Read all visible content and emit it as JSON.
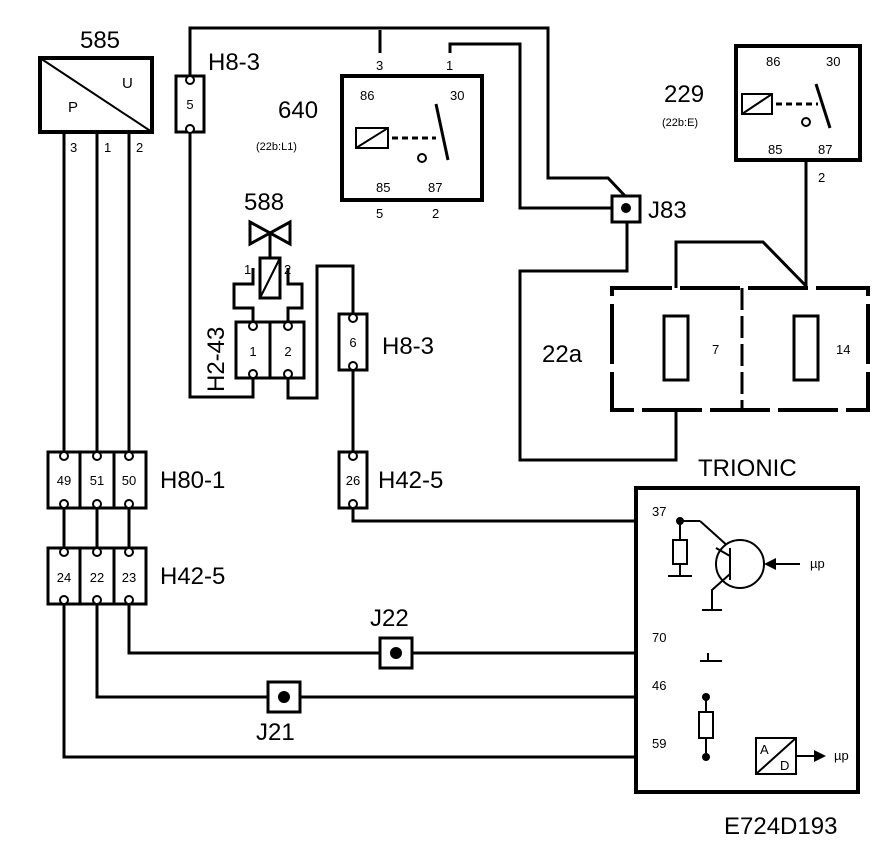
{
  "components": {
    "sensor_585": {
      "id": "585",
      "label_u": "U",
      "label_p": "P",
      "pins": [
        "3",
        "1",
        "2"
      ]
    },
    "valve_588": {
      "id": "588",
      "pins": [
        "1",
        "2"
      ]
    },
    "connector_h2_43": {
      "label": "H2-43",
      "pins": [
        "1",
        "2"
      ]
    },
    "relay_640": {
      "id": "640",
      "ref": "(22b:L1)",
      "terminals": [
        "86",
        "30",
        "85",
        "87"
      ],
      "pins": [
        "3",
        "1",
        "5",
        "2"
      ]
    },
    "relay_229": {
      "id": "229",
      "ref": "(22b:E)",
      "terminals": [
        "86",
        "30",
        "85",
        "87"
      ],
      "pin_out": "2"
    },
    "fusebox_22a": {
      "label": "22a",
      "fuses": [
        "7",
        "14"
      ]
    },
    "trionic": {
      "label": "TRIONIC",
      "pins": [
        "37",
        "70",
        "46",
        "59"
      ],
      "up1": "µp",
      "up2": "µp",
      "ad_a": "A",
      "ad_d": "D"
    }
  },
  "connectors": {
    "h8_3_top": {
      "label": "H8-3",
      "pin": "5"
    },
    "h8_3_mid": {
      "label": "H8-3",
      "pin": "6"
    },
    "h42_5_single": {
      "label": "H42-5",
      "pin": "26"
    },
    "h80_1": {
      "label": "H80-1",
      "pins": [
        "49",
        "51",
        "50"
      ]
    },
    "h42_5_triple": {
      "label": "H42-5",
      "pins": [
        "24",
        "22",
        "23"
      ]
    }
  },
  "junctions": {
    "j83": "J83",
    "j22": "J22",
    "j21": "J21"
  },
  "diagram_code": "E724D193"
}
